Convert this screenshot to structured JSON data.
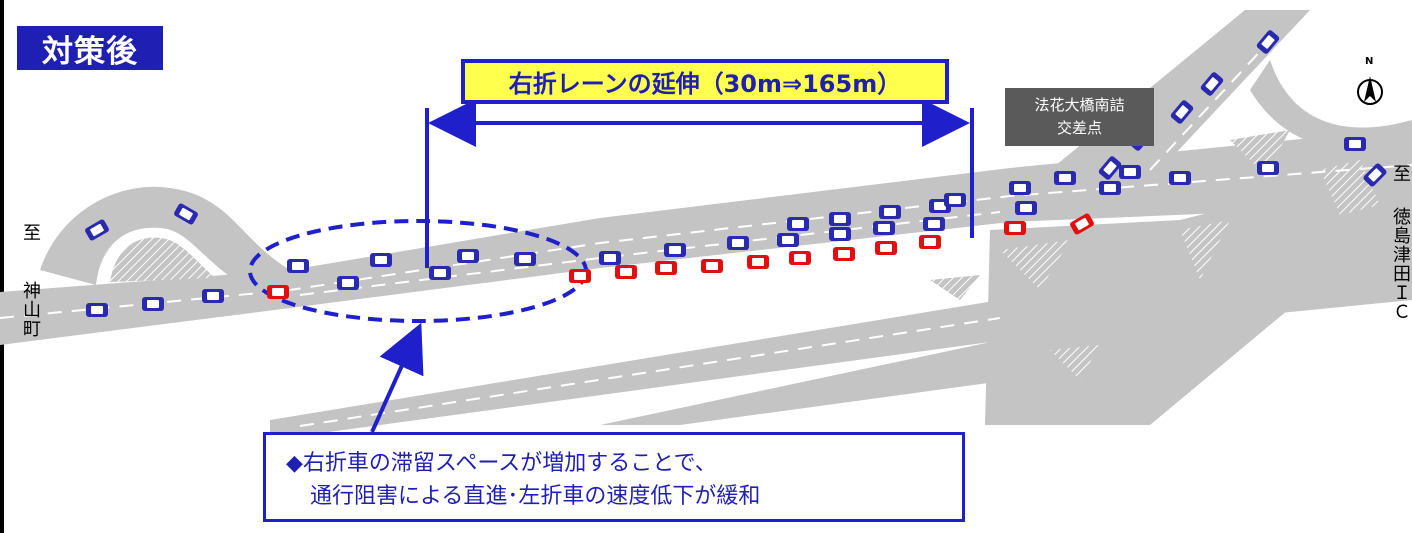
{
  "title": "対策後",
  "lane_extension_label": "右折レーンの延伸（30m⇒165m）",
  "intersection_label": {
    "line1": "法花大橋南詰",
    "line2": "交差点"
  },
  "note": {
    "line1": "◆右折車の滞留スペースが増加することで、",
    "line2": "通行阻害による直進･左折車の速度低下が緩和"
  },
  "left_destination": {
    "to": "至",
    "place": [
      "神",
      "山",
      "町"
    ]
  },
  "right_destination": {
    "to": "至",
    "place": [
      "徳",
      "島",
      "津",
      "田",
      "Ｉ",
      "Ｃ"
    ]
  },
  "north_label": "N",
  "colors": {
    "road": "#c4c4c4",
    "title_bg": "#1f1fb3",
    "callout_yellow": "#ffff4d",
    "blue_car": "#2a2ab0",
    "red_car": "#e01010",
    "highlight_blue": "#1f1fcc"
  }
}
